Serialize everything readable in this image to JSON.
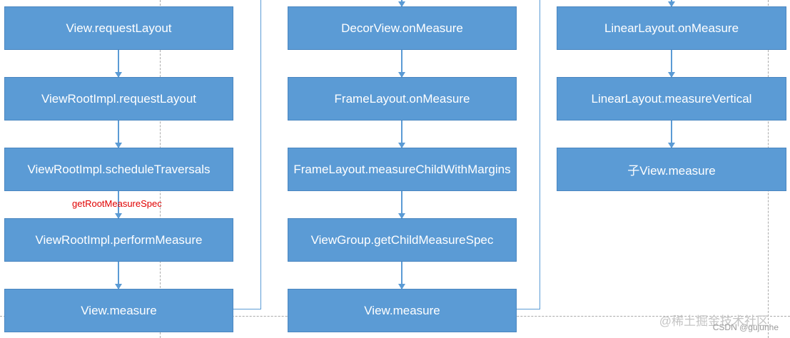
{
  "column1": {
    "boxes": [
      "View.requestLayout",
      "ViewRootImpl.requestLayout",
      "ViewRootImpl.scheduleTraversals",
      "ViewRootImpl.performMeasure",
      "View.measure"
    ],
    "edge_label": "getRootMeasureSpec"
  },
  "column2": {
    "boxes": [
      "DecorView.onMeasure",
      "FrameLayout.onMeasure",
      "FrameLayout.measureChildWithMargins",
      "ViewGroup.getChildMeasureSpec",
      "View.measure"
    ]
  },
  "column3": {
    "boxes": [
      "LinearLayout.onMeasure",
      "LinearLayout.measureVertical",
      "子View.measure"
    ]
  },
  "watermark": {
    "text": "@稀土掘金技术社区",
    "csdn": "CSDN @gujunhe"
  },
  "colors": {
    "box_fill": "#5b9bd5",
    "box_text": "#ffffff",
    "edge_label": "#e00000"
  }
}
